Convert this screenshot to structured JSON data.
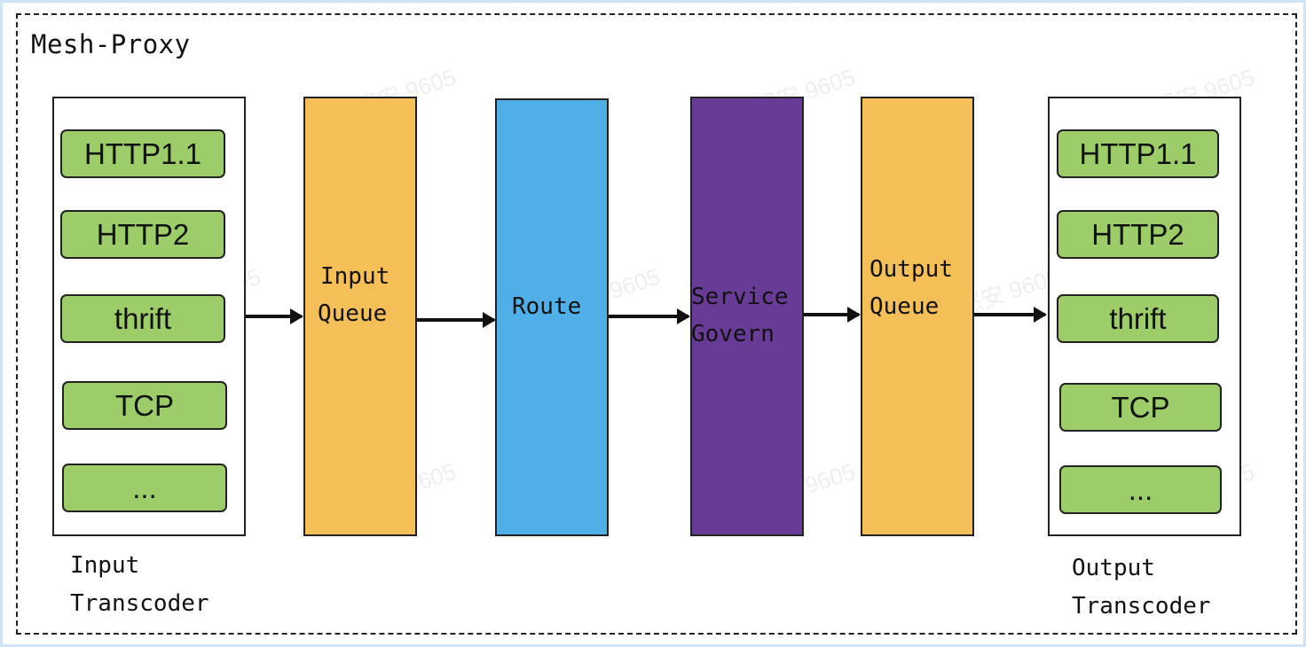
{
  "title": "Mesh-Proxy",
  "input_transcoder": {
    "protocols": [
      "HTTP1.1",
      "HTTP2",
      "thrift",
      "TCP",
      "..."
    ],
    "caption_line1": "Input",
    "caption_line2": "Transcoder"
  },
  "stages": {
    "input_queue": {
      "line1": "Input",
      "line2": "Queue",
      "color": "#f5bf57"
    },
    "route": {
      "line1": "Route",
      "color": "#4fafe6"
    },
    "service_govern": {
      "line1": "Service",
      "line2": "Govern",
      "color": "#673b96"
    },
    "output_queue": {
      "line1": "Output",
      "line2": "Queue",
      "color": "#f5bf57"
    }
  },
  "output_transcoder": {
    "protocols": [
      "HTTP1.1",
      "HTTP2",
      "thrift",
      "TCP",
      "..."
    ],
    "caption_line1": "Output",
    "caption_line2": "Transcoder"
  },
  "watermark_text": "曹怒安 9605",
  "colors": {
    "protocol_fill": "#9ccd68",
    "border": "#222222",
    "background": "#ffffff"
  }
}
